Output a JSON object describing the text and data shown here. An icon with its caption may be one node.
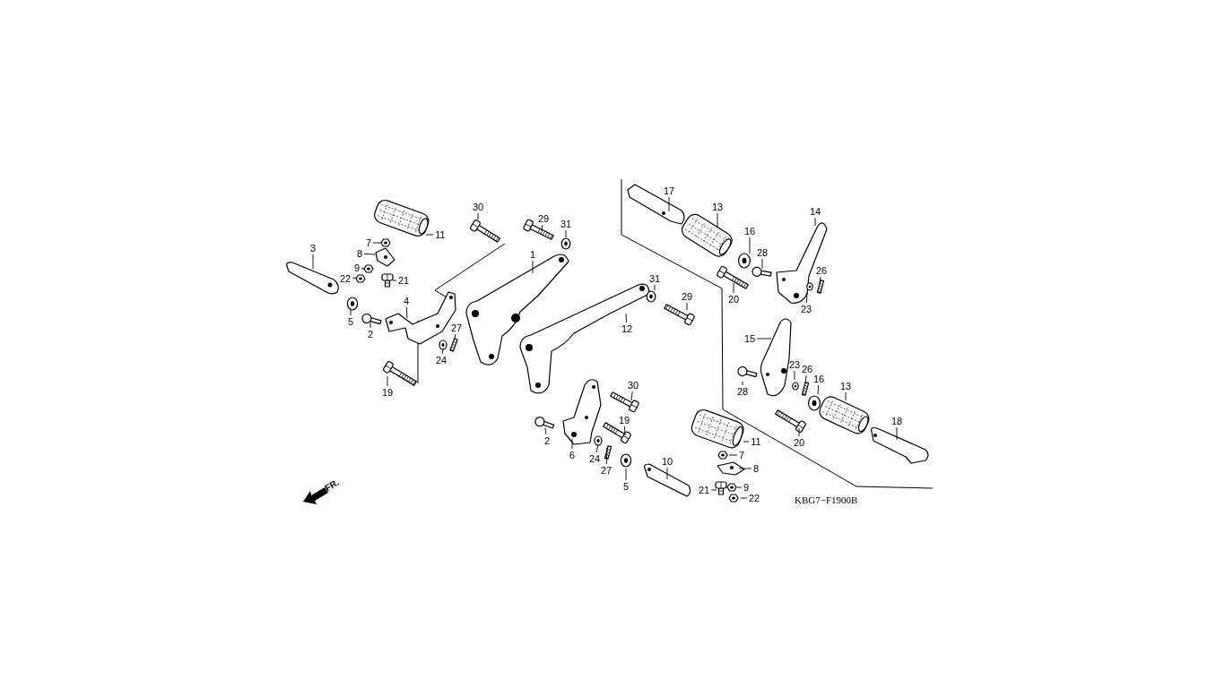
{
  "diagram": {
    "nodes": [
      {
        "text": [
          "30"
        ]
      },
      {
        "text": [
          "29"
        ]
      },
      {
        "text": [
          "31"
        ]
      },
      {
        "text": [
          "11"
        ]
      },
      {
        "text": [
          "7"
        ]
      },
      {
        "text": [
          "8"
        ]
      },
      {
        "text": [
          "3"
        ]
      },
      {
        "text": [
          "9"
        ]
      },
      {
        "text": [
          "22"
        ]
      },
      {
        "text": [
          "21"
        ]
      },
      {
        "text": [
          "1"
        ]
      },
      {
        "text": [
          "4"
        ]
      },
      {
        "text": [
          "5"
        ]
      },
      {
        "text": [
          "2"
        ]
      },
      {
        "text": [
          "27"
        ]
      },
      {
        "text": [
          "24"
        ]
      },
      {
        "text": [
          "19"
        ]
      },
      {
        "text": [
          "12"
        ]
      },
      {
        "text": [
          "31"
        ]
      },
      {
        "text": [
          "29"
        ]
      },
      {
        "text": [
          "17"
        ]
      },
      {
        "text": [
          "13"
        ]
      },
      {
        "text": [
          "16"
        ]
      },
      {
        "text": [
          "28"
        ]
      },
      {
        "text": [
          "14"
        ]
      },
      {
        "text": [
          "26"
        ]
      },
      {
        "text": [
          "20"
        ]
      },
      {
        "text": [
          "23"
        ]
      },
      {
        "text": [
          "15"
        ]
      },
      {
        "text": [
          "23"
        ]
      },
      {
        "text": [
          "26"
        ]
      },
      {
        "text": [
          "16"
        ]
      },
      {
        "text": [
          "28"
        ]
      },
      {
        "text": [
          "13"
        ]
      },
      {
        "text": [
          "20"
        ]
      },
      {
        "text": [
          "18"
        ]
      },
      {
        "text": [
          "30"
        ]
      },
      {
        "text": [
          "19"
        ]
      },
      {
        "text": [
          "2"
        ]
      },
      {
        "text": [
          "6"
        ]
      },
      {
        "text": [
          "24"
        ]
      },
      {
        "text": [
          "27"
        ]
      },
      {
        "text": [
          "5"
        ]
      },
      {
        "text": [
          "10"
        ]
      },
      {
        "text": [
          "11"
        ]
      },
      {
        "text": [
          "7"
        ]
      },
      {
        "text": [
          "8"
        ]
      },
      {
        "text": [
          "9"
        ]
      },
      {
        "text": [
          "21"
        ]
      },
      {
        "text": [
          "22"
        ]
      },
      {
        "text": [],
        "shape": "picture"
      },
      {
        "text": [],
        "shape": "picture"
      },
      {
        "text": [],
        "shape": "picture"
      },
      {
        "text": [],
        "shape": "picture"
      },
      {
        "text": [],
        "shape": "picture"
      },
      {
        "text": [],
        "shape": "picture"
      },
      {
        "text": [],
        "shape": "picture"
      },
      {
        "text": [],
        "shape": "picture"
      },
      {
        "text": [],
        "shape": "picture"
      },
      {
        "text": [],
        "shape": "picture"
      },
      {
        "text": [],
        "shape": "picture"
      },
      {
        "text": [],
        "shape": "picture"
      },
      {
        "text": [],
        "shape": "picture"
      },
      {
        "text": [],
        "shape": "picture"
      },
      {
        "text": [],
        "shape": "picture"
      },
      {
        "text": [],
        "shape": "picture"
      },
      {
        "text": [],
        "shape": "picture"
      },
      {
        "text": [],
        "shape": "picture"
      },
      {
        "text": [],
        "shape": "picture"
      },
      {
        "text": [],
        "shape": "picture"
      },
      {
        "text": [],
        "shape": "picture"
      },
      {
        "text": [],
        "shape": "picture"
      },
      {
        "text": [],
        "shape": "picture"
      },
      {
        "text": [],
        "shape": "picture"
      },
      {
        "text": [],
        "shape": "picture"
      },
      {
        "text": [],
        "shape": "picture"
      },
      {
        "text": [],
        "shape": "picture"
      },
      {
        "text": [],
        "shape": "picture"
      },
      {
        "text": [],
        "shape": "picture"
      },
      {
        "text": [],
        "shape": "picture"
      },
      {
        "text": [],
        "shape": "picture"
      },
      {
        "text": [],
        "shape": "picture"
      },
      {
        "text": [],
        "shape": "picture"
      },
      {
        "text": [],
        "shape": "picture"
      },
      {
        "text": [],
        "shape": "picture"
      },
      {
        "text": [],
        "shape": "picture"
      },
      {
        "text": [],
        "shape": "picture"
      },
      {
        "text": [],
        "shape": "picture"
      },
      {
        "text": [],
        "shape": "picture"
      },
      {
        "text": [],
        "shape": "picture"
      },
      {
        "text": [],
        "shape": "picture"
      },
      {
        "text": [],
        "shape": "picture"
      },
      {
        "text": [],
        "shape": "picture"
      },
      {
        "text": [],
        "shape": "picture"
      },
      {
        "text": [],
        "shape": "picture"
      },
      {
        "text": [],
        "shape": "picture"
      },
      {
        "text": [],
        "shape": "picture"
      },
      {
        "text": [],
        "shape": "picture"
      },
      {
        "text": [],
        "shape": "picture"
      },
      {
        "text": [],
        "shape": "picture"
      }
    ],
    "edges": [
      {
        "from": 0,
        "to": 50,
        "arrow": "none"
      },
      {
        "from": 1,
        "to": 51,
        "arrow": "none"
      },
      {
        "from": 2,
        "to": 52,
        "arrow": "none"
      },
      {
        "from": 3,
        "to": 53,
        "arrow": "none"
      },
      {
        "from": 4,
        "to": 54,
        "arrow": "none"
      },
      {
        "from": 5,
        "to": 55,
        "arrow": "none"
      },
      {
        "from": 6,
        "to": 56,
        "arrow": "none"
      },
      {
        "from": 7,
        "to": 57,
        "arrow": "none"
      },
      {
        "from": 8,
        "to": 58,
        "arrow": "none"
      },
      {
        "from": 9,
        "to": 59,
        "arrow": "none"
      },
      {
        "from": 10,
        "to": 60,
        "arrow": "none"
      },
      {
        "from": 11,
        "to": 61,
        "arrow": "none"
      },
      {
        "from": 12,
        "to": 62,
        "arrow": "none"
      },
      {
        "from": 13,
        "to": 63,
        "arrow": "none"
      },
      {
        "from": 14,
        "to": 64,
        "arrow": "none"
      },
      {
        "from": 15,
        "to": 65,
        "arrow": "none"
      },
      {
        "from": 16,
        "to": 66,
        "arrow": "none"
      },
      {
        "from": 17,
        "to": 67,
        "arrow": "none"
      },
      {
        "from": 18,
        "to": 68,
        "arrow": "none"
      },
      {
        "from": 19,
        "to": 69,
        "arrow": "none"
      },
      {
        "from": 20,
        "to": 70,
        "arrow": "none"
      },
      {
        "from": 21,
        "to": 71,
        "arrow": "none"
      },
      {
        "from": 22,
        "to": 72,
        "arrow": "none"
      },
      {
        "from": 23,
        "to": 73,
        "arrow": "none"
      },
      {
        "from": 24,
        "to": 74,
        "arrow": "none"
      },
      {
        "from": 25,
        "to": 75,
        "arrow": "none"
      },
      {
        "from": 26,
        "to": 76,
        "arrow": "none"
      },
      {
        "from": 27,
        "to": 77,
        "arrow": "none"
      },
      {
        "from": 28,
        "to": 78,
        "arrow": "none"
      },
      {
        "from": 29,
        "to": 79,
        "arrow": "none"
      },
      {
        "from": 30,
        "to": 80,
        "arrow": "none"
      },
      {
        "from": 31,
        "to": 81,
        "arrow": "none"
      },
      {
        "from": 32,
        "to": 82,
        "arrow": "none"
      },
      {
        "from": 33,
        "to": 83,
        "arrow": "none"
      },
      {
        "from": 34,
        "to": 84,
        "arrow": "none"
      },
      {
        "from": 35,
        "to": 85,
        "arrow": "none"
      },
      {
        "from": 36,
        "to": 86,
        "arrow": "none"
      },
      {
        "from": 37,
        "to": 87,
        "arrow": "none"
      },
      {
        "from": 38,
        "to": 88,
        "arrow": "none"
      },
      {
        "from": 39,
        "to": 89,
        "arrow": "none"
      },
      {
        "from": 40,
        "to": 90,
        "arrow": "none"
      },
      {
        "from": 41,
        "to": 91,
        "arrow": "none"
      },
      {
        "from": 42,
        "to": 92,
        "arrow": "none"
      },
      {
        "from": 43,
        "to": 93,
        "arrow": "none"
      },
      {
        "from": 44,
        "to": 94,
        "arrow": "none"
      },
      {
        "from": 45,
        "to": 95,
        "arrow": "none"
      },
      {
        "from": 46,
        "to": 96,
        "arrow": "none"
      },
      {
        "from": 47,
        "to": 97,
        "arrow": "none"
      },
      {
        "from": 48,
        "to": 98,
        "arrow": "none"
      },
      {
        "from": 49,
        "to": 99,
        "arrow": "none"
      }
    ],
    "labels": [
      "FR.",
      "KBG7−F1900B"
    ]
  }
}
